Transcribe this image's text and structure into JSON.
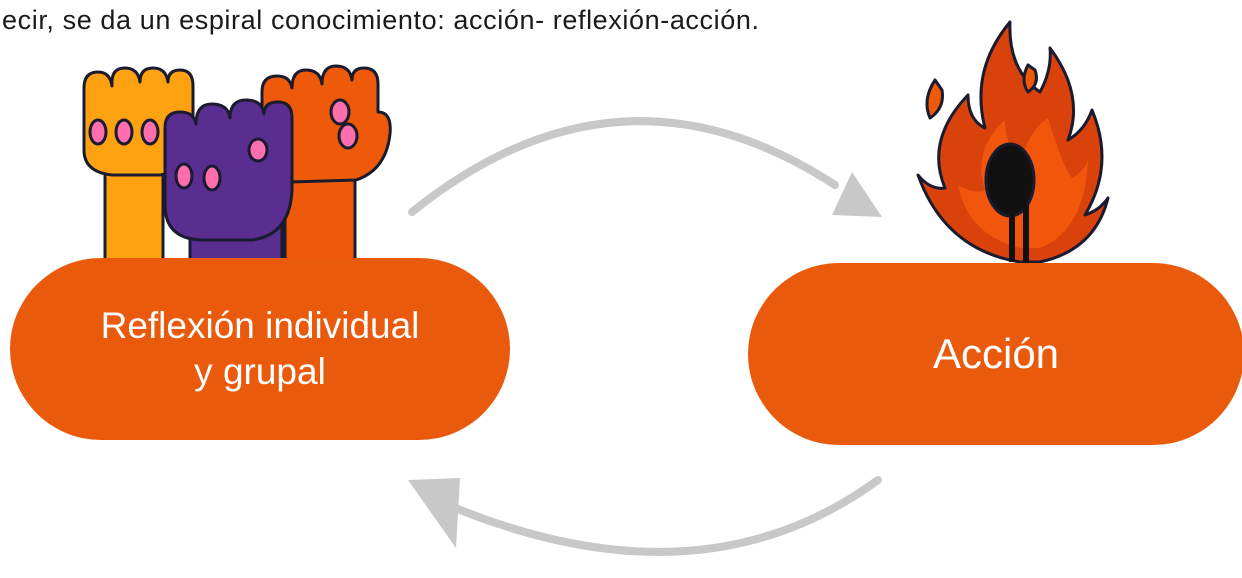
{
  "intro_text": "ecir, se da un espiral conocimiento: acción- reflexión-acción.",
  "nodes": {
    "reflection": {
      "line1": "Reflexión individual",
      "line2": "y grupal",
      "icon": "raised-fists-icon"
    },
    "action": {
      "label": "Acción",
      "icon": "burning-match-icon"
    }
  },
  "colors": {
    "node_fill": "#ea5a0c",
    "node_text": "#ffffff",
    "arrow": "#c8c8c8",
    "fist_yellow": "#ffa211",
    "fist_purple": "#5a2d91",
    "fist_orange": "#ef5a0a",
    "nail_pink": "#ff6fae",
    "flame_dark": "#d9420a",
    "flame_mid": "#f2560c",
    "outline": "#1b1b2f"
  }
}
